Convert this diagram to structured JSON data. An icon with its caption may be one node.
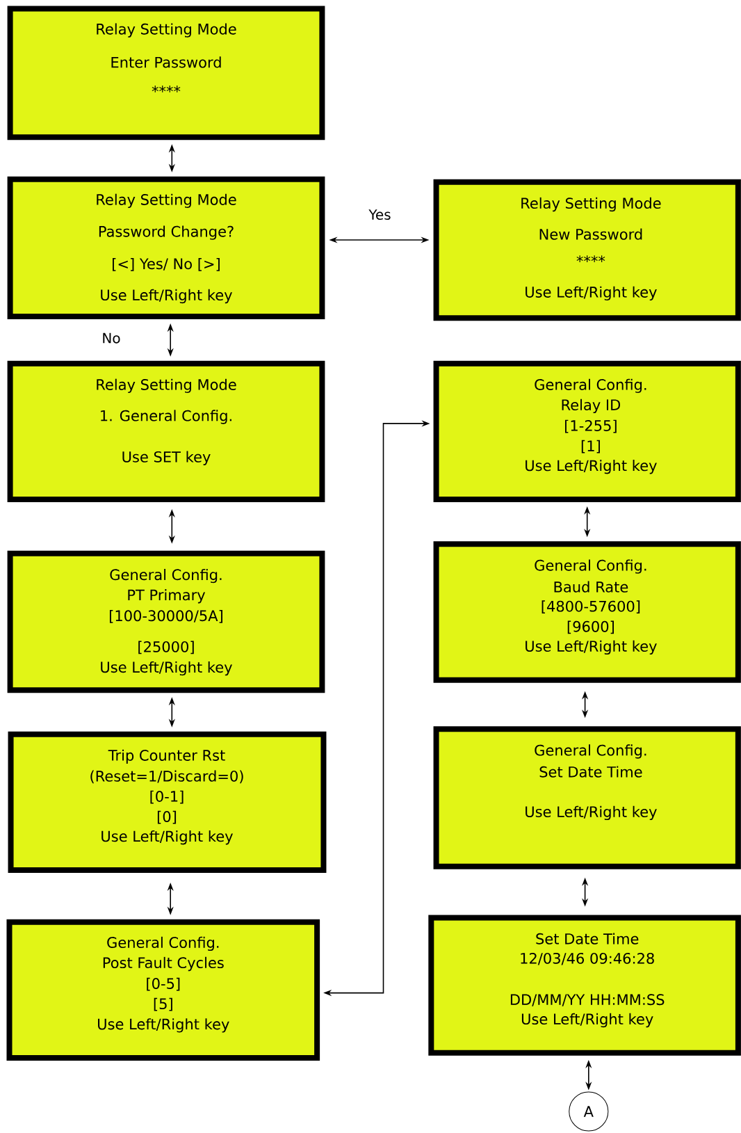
{
  "diagram": {
    "nodes": [
      {
        "text": [
          "Relay Setting Mode",
          "Enter Password",
          "****"
        ]
      },
      {
        "text": [
          "Relay Setting Mode",
          "Password Change?",
          "[<] Yes/ No [>]",
          "Use Left/Right key"
        ]
      },
      {
        "text": [
          "Relay Setting Mode",
          "New Password",
          "****",
          "Use Left/Right key"
        ]
      },
      {
        "text": [
          "Relay Setting Mode",
          "1. General Config.",
          "Use SET key"
        ]
      },
      {
        "text": [
          "General Config.",
          "PT Primary",
          "[100-30000/5A]",
          "[25000]",
          "Use Left/Right key"
        ]
      },
      {
        "text": [
          "Trip Counter Rst",
          "(Reset=1/Discard=0)",
          "[0-1]",
          "[0]",
          "Use Left/Right key"
        ]
      },
      {
        "text": [
          "General Config.",
          "Post Fault Cycles",
          "[0-5]",
          "[5]",
          "Use Left/Right key"
        ]
      },
      {
        "text": [
          "General Config.",
          "Relay ID",
          "[1-255]",
          "[1]",
          "Use Left/Right key"
        ]
      },
      {
        "text": [
          "General Config.",
          "Baud Rate",
          "[4800-57600]",
          "[9600]",
          "Use Left/Right key"
        ]
      },
      {
        "text": [
          "General Config.",
          "Set Date Time",
          "Use Left/Right key"
        ]
      },
      {
        "text": [
          "Set Date Time",
          "12/03/46 09:46:28",
          "DD/MM/YY HH:MM:SS",
          "Use Left/Right key"
        ]
      },
      {
        "text": [
          "A"
        ]
      }
    ],
    "edges": [
      {
        "from": 0,
        "to": 1,
        "arrow": "both"
      },
      {
        "from": 1,
        "to": 2,
        "arrow": "both",
        "label": "Yes"
      },
      {
        "from": 1,
        "to": 3,
        "arrow": "both",
        "label": "No"
      },
      {
        "from": 3,
        "to": 4,
        "arrow": "both"
      },
      {
        "from": 4,
        "to": 5,
        "arrow": "both"
      },
      {
        "from": 5,
        "to": 6,
        "arrow": "both"
      },
      {
        "from": 6,
        "to": 7,
        "arrow": "both"
      },
      {
        "from": 7,
        "to": 8,
        "arrow": "both"
      },
      {
        "from": 8,
        "to": 9,
        "arrow": "both"
      },
      {
        "from": 9,
        "to": 10,
        "arrow": "both"
      },
      {
        "from": 10,
        "to": 11,
        "arrow": "both"
      }
    ]
  }
}
